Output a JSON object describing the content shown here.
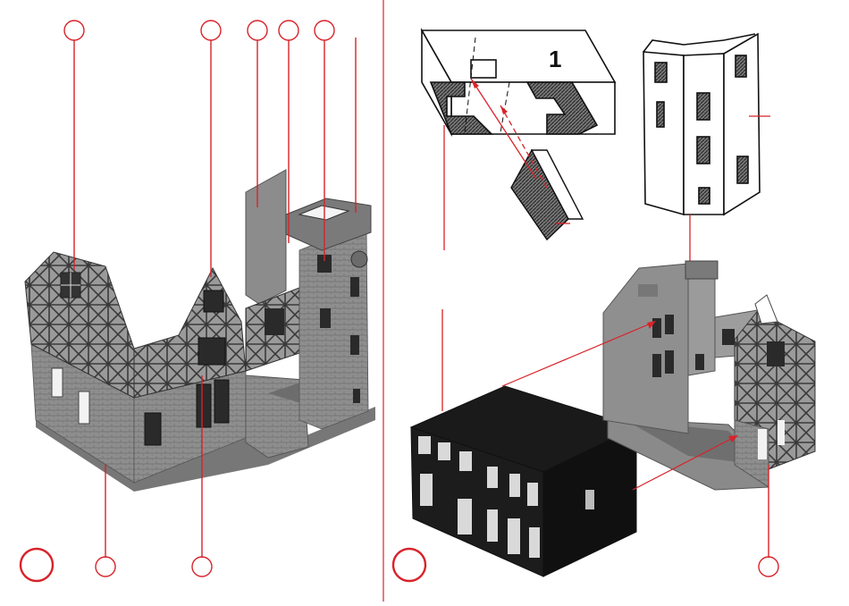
{
  "sheet": {
    "step_number": "1",
    "colors": {
      "accent_red": "#d8232a",
      "model_gray": "#8a8a8a",
      "dark_card": "#1a1a1a",
      "background": "#ffffff"
    },
    "callouts": {
      "left_top_count": 5,
      "left_bottom_count": 2,
      "right_bottom_count": 1,
      "large_circles": 2
    }
  }
}
